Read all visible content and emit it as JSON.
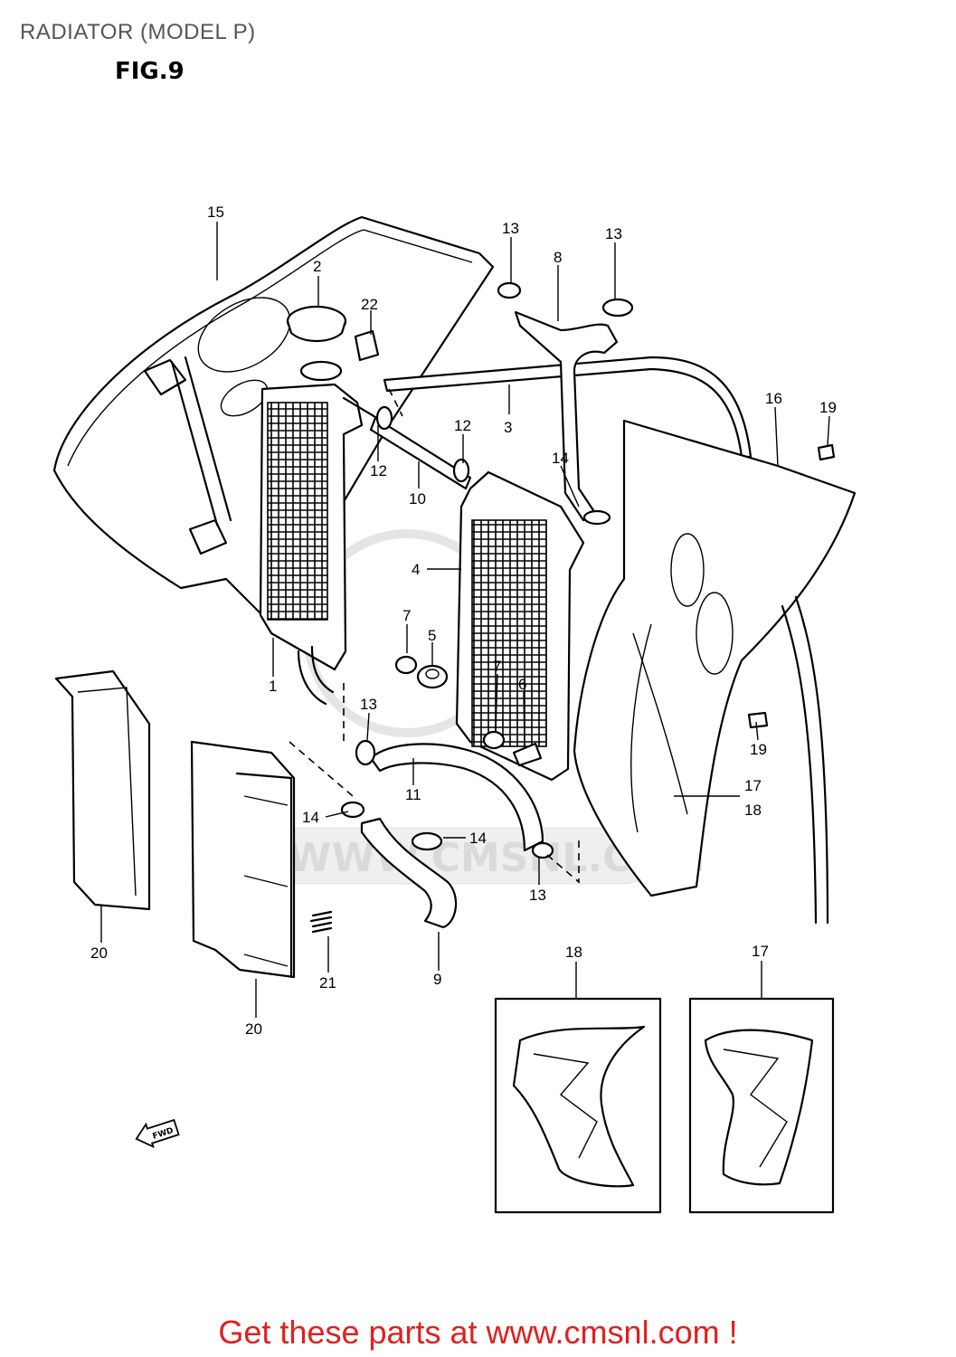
{
  "header": {
    "title": "RADIATOR (MODEL P)",
    "fig_label": "FIG.9"
  },
  "callouts": [
    {
      "id": "c15",
      "label": "15"
    },
    {
      "id": "c2",
      "label": "2"
    },
    {
      "id": "c22",
      "label": "22"
    },
    {
      "id": "c13a",
      "label": "13"
    },
    {
      "id": "c8",
      "label": "8"
    },
    {
      "id": "c13b",
      "label": "13"
    },
    {
      "id": "c16",
      "label": "16"
    },
    {
      "id": "c19a",
      "label": "19"
    },
    {
      "id": "c3",
      "label": "3"
    },
    {
      "id": "c12a",
      "label": "12"
    },
    {
      "id": "c12b",
      "label": "12"
    },
    {
      "id": "c14a",
      "label": "14"
    },
    {
      "id": "c10",
      "label": "10"
    },
    {
      "id": "c4",
      "label": "4"
    },
    {
      "id": "c7a",
      "label": "7"
    },
    {
      "id": "c5",
      "label": "5"
    },
    {
      "id": "c7b",
      "label": "7"
    },
    {
      "id": "c6",
      "label": "6"
    },
    {
      "id": "c1",
      "label": "1"
    },
    {
      "id": "c13c",
      "label": "13"
    },
    {
      "id": "c19b",
      "label": "19"
    },
    {
      "id": "c17a",
      "label": "17"
    },
    {
      "id": "c18a",
      "label": "18"
    },
    {
      "id": "c11",
      "label": "11"
    },
    {
      "id": "c14b",
      "label": "14"
    },
    {
      "id": "c14c",
      "label": "14"
    },
    {
      "id": "c13d",
      "label": "13"
    },
    {
      "id": "c20a",
      "label": "20"
    },
    {
      "id": "c21",
      "label": "21"
    },
    {
      "id": "c9",
      "label": "9"
    },
    {
      "id": "c20b",
      "label": "20"
    },
    {
      "id": "c18b",
      "label": "18"
    },
    {
      "id": "c17b",
      "label": "17"
    }
  ],
  "fwd_label": "FWD",
  "watermark": "WWW.CMSNL.COM",
  "footer": {
    "text": "Get these parts at www.cmsnl.com !"
  }
}
